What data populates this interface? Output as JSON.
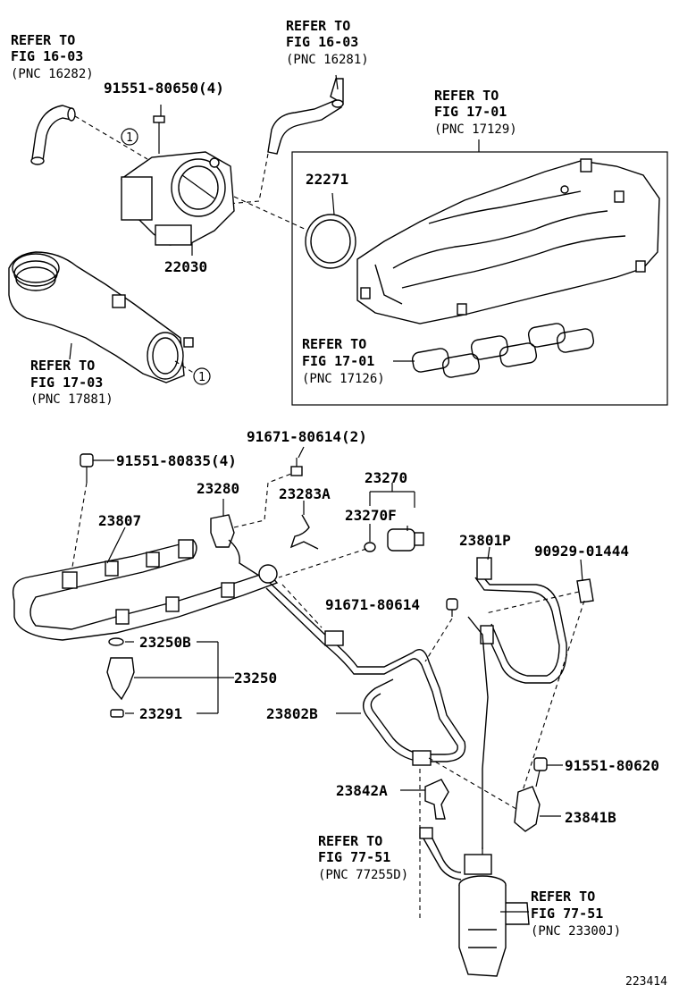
{
  "refs": {
    "top_left": {
      "l1": "REFER TO",
      "l2": "FIG 16-03",
      "l3": "(PNC 16282)"
    },
    "top_mid": {
      "l1": "REFER TO",
      "l2": "FIG 16-03",
      "l3": "(PNC 16281)"
    },
    "manifold": {
      "l1": "REFER TO",
      "l2": "FIG 17-01",
      "l3": "(PNC 17129)"
    },
    "gasket": {
      "l1": "REFER TO",
      "l2": "FIG 17-01",
      "l3": "(PNC 17126)"
    },
    "intake_hose": {
      "l1": "REFER TO",
      "l2": "FIG 17-03",
      "l3": "(PNC 17881)"
    },
    "tank_hose": {
      "l1": "REFER TO",
      "l2": "FIG 77-51",
      "l3": "(PNC 77255D)"
    },
    "canister": {
      "l1": "REFER TO",
      "l2": "FIG 77-51",
      "l3": "(PNC 23300J)"
    }
  },
  "parts": {
    "p91551_80650": "91551-80650(4)",
    "p22271": "22271",
    "p22030": "22030",
    "p91671_80614_2": "91671-80614(2)",
    "p91551_80835": "91551-80835(4)",
    "p23270": "23270",
    "p23280": "23280",
    "p23283A": "23283A",
    "p23270F": "23270F",
    "p23807": "23807",
    "p23801P": "23801P",
    "p90929_01444": "90929-01444",
    "p91671_80614": "91671-80614",
    "p23250B": "23250B",
    "p23250": "23250",
    "p23291": "23291",
    "p23802B": "23802B",
    "p91551_80620": "91551-80620",
    "p23842A": "23842A",
    "p23841B": "23841B"
  },
  "callout_marker": "1",
  "diagram_id": "223414"
}
